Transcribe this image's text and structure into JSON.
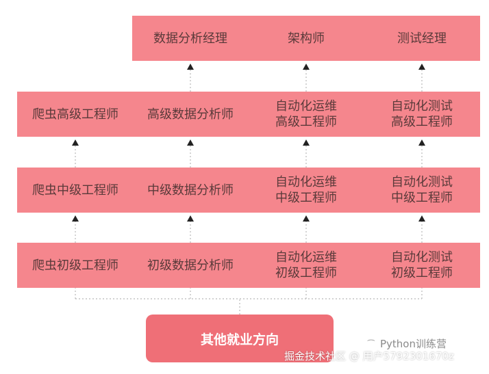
{
  "colors": {
    "box": "#f5868d",
    "root": "#ef6f77",
    "connector": "#b8b8b8",
    "arrow": "#222222",
    "text": "#5a3a3a"
  },
  "diagram": {
    "root": "其他就业方向",
    "columns": [
      {
        "top": "",
        "levels": [
          [
            "爬虫初级工程师"
          ],
          [
            "爬虫中级工程师"
          ],
          [
            "爬虫高级工程师"
          ]
        ]
      },
      {
        "top": "数据分析经理",
        "levels": [
          [
            "初级数据分析师"
          ],
          [
            "中级数据分析师"
          ],
          [
            "高级数据分析师"
          ]
        ]
      },
      {
        "top": "架构师",
        "levels": [
          [
            "自动化运维",
            "初级工程师"
          ],
          [
            "自动化运维",
            "中级工程师"
          ],
          [
            "自动化运维",
            "高级工程师"
          ]
        ]
      },
      {
        "top": "测试经理",
        "levels": [
          [
            "自动化测试",
            "初级工程师"
          ],
          [
            "自动化测试",
            "中级工程师"
          ],
          [
            "自动化测试",
            "高级工程师"
          ]
        ]
      }
    ]
  },
  "watermark": {
    "line1": "Python训练营",
    "line2": "掘金技术社区 @ 用户5792301670z"
  }
}
